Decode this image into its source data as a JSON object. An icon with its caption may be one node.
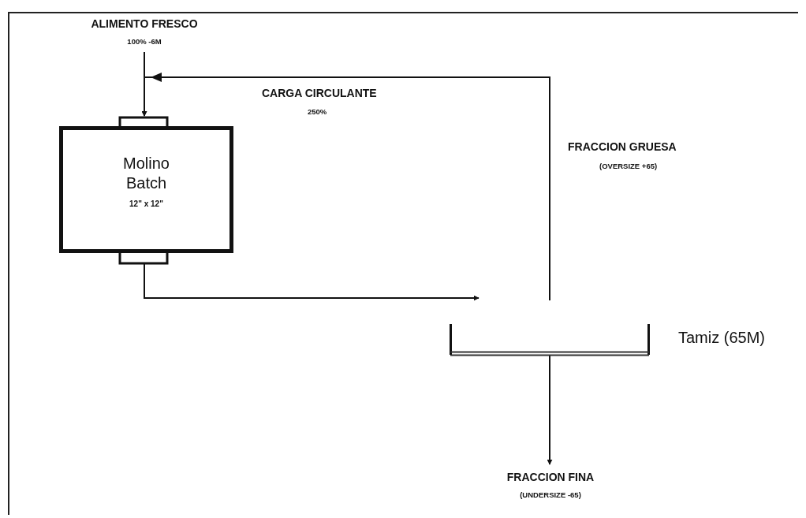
{
  "diagram": {
    "nodes": [
      {
        "text": [
          "ALIMENTO FRESCO",
          "100% -6M"
        ]
      },
      {
        "text": [
          "Molino Batch",
          "12\" x 12\""
        ]
      },
      {
        "text": [],
        "shape": "bar",
        "beside": [
          "Tamiz (65M)"
        ]
      },
      {
        "text": [
          "FRACCION FINA",
          "(UNDERSIZE -65)"
        ]
      }
    ],
    "edges": [
      {
        "from": 0,
        "to": 1,
        "arrow": "to"
      },
      {
        "from": 1,
        "to": 2,
        "arrow": "to"
      },
      {
        "from": 2,
        "to": 1,
        "arrow": "to"
      },
      {
        "from": 2,
        "to": 3,
        "arrow": "to"
      }
    ],
    "labels": [
      "CARGA CIRCULANTE",
      "250%",
      "FRACCION GRUESA",
      "(OVERSIZE +65)"
    ]
  }
}
